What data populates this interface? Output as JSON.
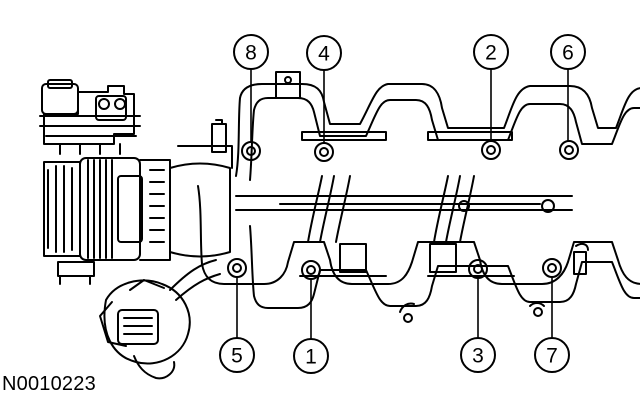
{
  "figure": {
    "reference_code": "N0010223",
    "callouts": [
      {
        "id": "8",
        "label": "8"
      },
      {
        "id": "4",
        "label": "4"
      },
      {
        "id": "2",
        "label": "2"
      },
      {
        "id": "6",
        "label": "6"
      },
      {
        "id": "5",
        "label": "5"
      },
      {
        "id": "1",
        "label": "1"
      },
      {
        "id": "3",
        "label": "3"
      },
      {
        "id": "7",
        "label": "7"
      }
    ]
  }
}
